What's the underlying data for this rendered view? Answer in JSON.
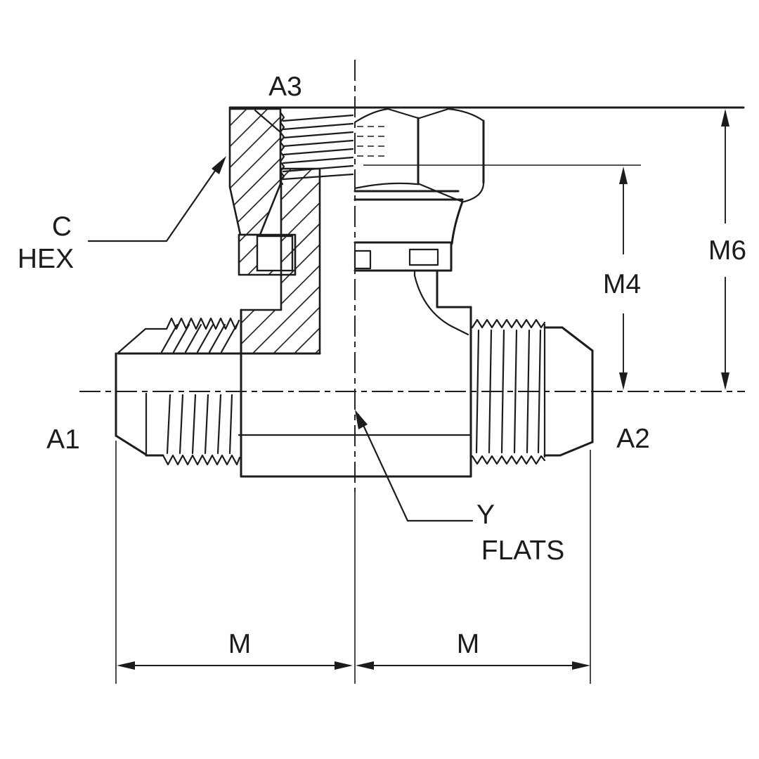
{
  "diagram": {
    "type": "technical-drawing",
    "subject": "tee fitting half-section view",
    "labels": {
      "top_port": "A3",
      "hex_callout_line1": "C",
      "hex_callout_line2": "HEX",
      "left_port": "A1",
      "right_port": "A2",
      "flats_callout_line1": "Y",
      "flats_callout_line2": "FLATS",
      "dim_height_outer": "M6",
      "dim_height_inner": "M4",
      "dim_width_left": "M",
      "dim_width_right": "M"
    },
    "colors": {
      "line": "#1c1c1c",
      "background": "#ffffff"
    }
  }
}
